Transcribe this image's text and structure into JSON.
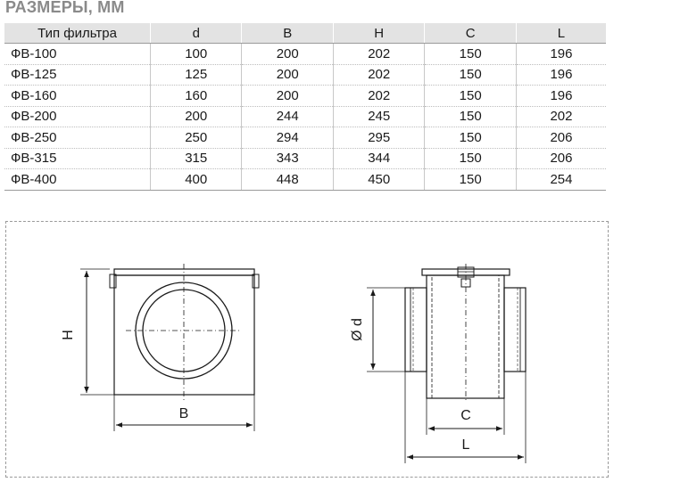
{
  "title": "РАЗМЕРЫ, ММ",
  "table": {
    "headers": [
      "Тип фильтра",
      "d",
      "B",
      "H",
      "C",
      "L"
    ],
    "rows": [
      [
        "ФВ-100",
        "100",
        "200",
        "202",
        "150",
        "196"
      ],
      [
        "ФВ-125",
        "125",
        "200",
        "202",
        "150",
        "196"
      ],
      [
        "ФВ-160",
        "160",
        "200",
        "202",
        "150",
        "196"
      ],
      [
        "ФВ-200",
        "200",
        "244",
        "245",
        "150",
        "202"
      ],
      [
        "ФВ-250",
        "250",
        "294",
        "295",
        "150",
        "206"
      ],
      [
        "ФВ-315",
        "315",
        "343",
        "344",
        "150",
        "206"
      ],
      [
        "ФВ-400",
        "400",
        "448",
        "450",
        "150",
        "254"
      ]
    ]
  },
  "drawing": {
    "label_h": "H",
    "label_b": "B",
    "label_d": "Ø d",
    "label_c": "C",
    "label_l": "L"
  }
}
